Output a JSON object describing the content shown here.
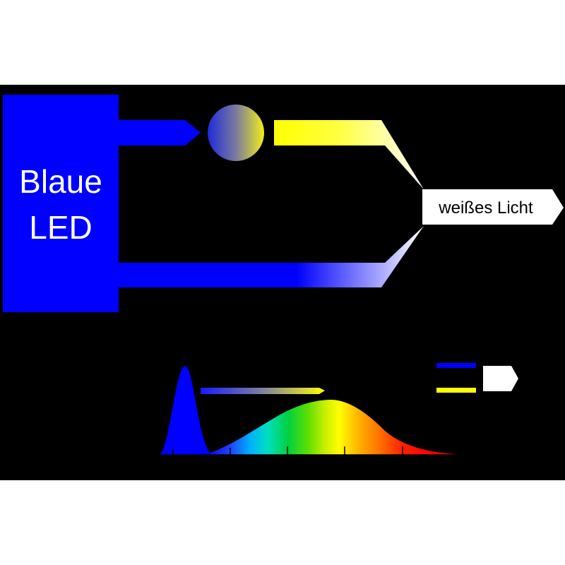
{
  "diagram": {
    "led_label_line1": "Blaue",
    "led_label_line2": "LED",
    "output_label": "weißes Licht"
  },
  "colors": {
    "background": "#ffffff",
    "panel": "#000000",
    "led_blue": "#0000ff",
    "phosphor_yellow": "#ffff00",
    "white": "#ffffff",
    "axis": "#000000"
  },
  "icons": {
    "phosphor": "phosphor-circle-icon",
    "output_arrow": "white-light-arrow-icon",
    "legend_arrow": "legend-white-arrow-icon"
  }
}
